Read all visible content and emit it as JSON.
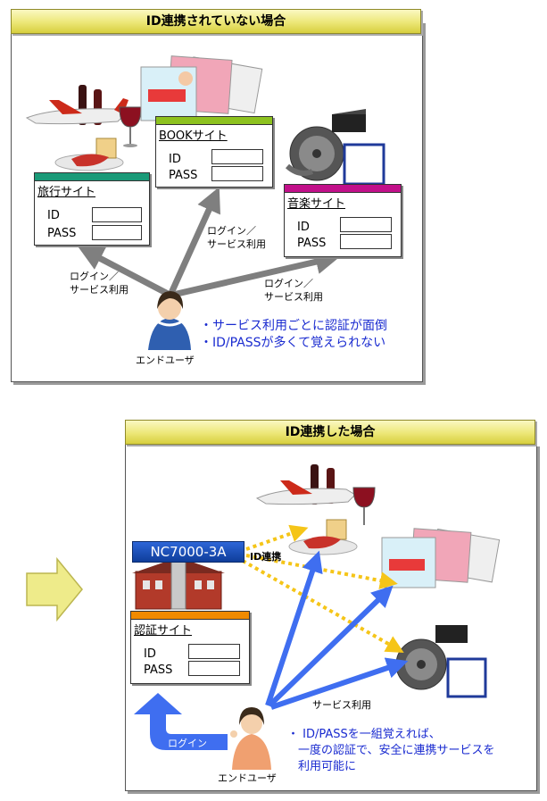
{
  "top": {
    "title": "ID連携されていない場合",
    "sites": [
      {
        "name": "旅行サイト",
        "id_label": "ID",
        "pass_label": "PASS",
        "color": "#1a9a78"
      },
      {
        "name": "BOOKサイト",
        "id_label": "ID",
        "pass_label": "PASS",
        "color": "#8dc21f"
      },
      {
        "name": "音楽サイト",
        "id_label": "ID",
        "pass_label": "PASS",
        "color": "#c2108a"
      }
    ],
    "login_label_left": [
      "ログイン／",
      "サービス利用"
    ],
    "login_label_center": [
      "ログイン／",
      "サービス利用"
    ],
    "login_label_right": [
      "ログイン／",
      "サービス利用"
    ],
    "user_label": "エンドユーザ",
    "notes": [
      "・サービス利用ごとに認証が面倒",
      "・ID/PASSが多くて覚えられない"
    ]
  },
  "bottom": {
    "title": "ID連携した場合",
    "product": "NC7000-3A",
    "id_link_label": "ID連携",
    "auth_site": {
      "name": "認証サイト",
      "id_label": "ID",
      "pass_label": "PASS",
      "color": "#f08a00"
    },
    "service_label": "サービス利用",
    "login_label": "ログイン",
    "user_label": "エンドユーザ",
    "notes": [
      "・ ID/PASSを一組覚えれば、",
      "一度の認証で、安全に連携サービスを",
      "利用可能に"
    ]
  },
  "colors": {
    "gray_arrow": "#7f7f7f",
    "blue_arrow": "#3f6ef0",
    "yellow_dash": "#f5c518",
    "note_text": "#1a2bd0"
  }
}
